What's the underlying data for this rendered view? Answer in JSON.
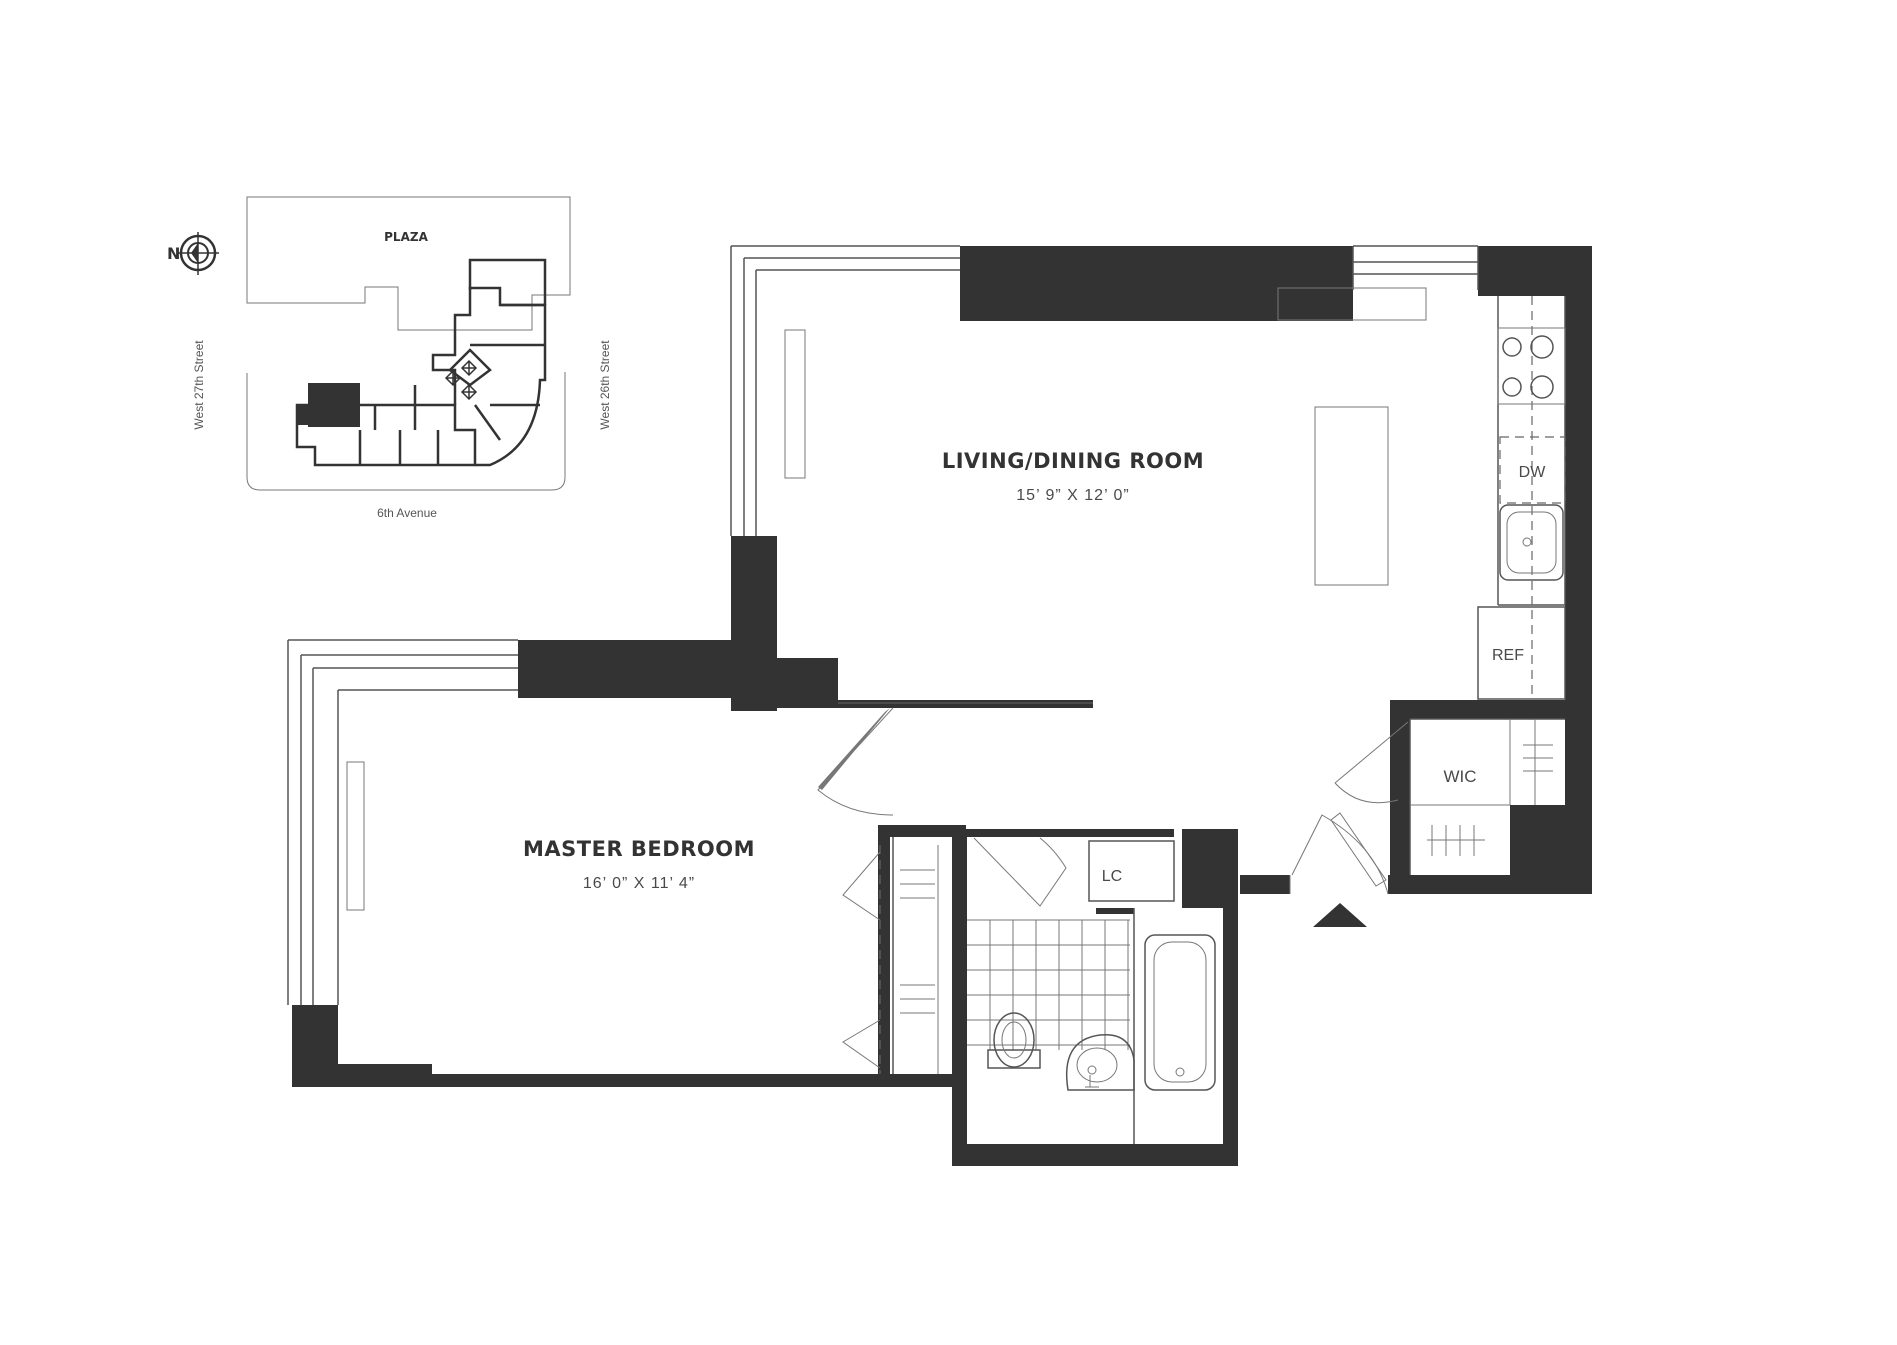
{
  "site_map": {
    "plaza_label": "PLAZA",
    "west_27th_label": "West 27th Street",
    "west_26th_label": "West 26th Street",
    "avenue_label": "6th Avenue",
    "north_label": "N"
  },
  "rooms": {
    "living": {
      "name": "LIVING/DINING ROOM",
      "dimensions": "15’ 9” X 12’ 0”"
    },
    "bedroom": {
      "name": "MASTER BEDROOM",
      "dimensions": "16’ 0” X 11’ 4”"
    }
  },
  "fixtures": {
    "dishwasher": "DW",
    "refrigerator": "REF",
    "walk_in_closet": "WIC",
    "linen_closet": "LC"
  },
  "colors": {
    "wall": "#333333",
    "line": "#555555",
    "background": "#ffffff"
  },
  "icons": {
    "north_arrow": "compass-icon",
    "entry": "entry-arrow-icon"
  }
}
